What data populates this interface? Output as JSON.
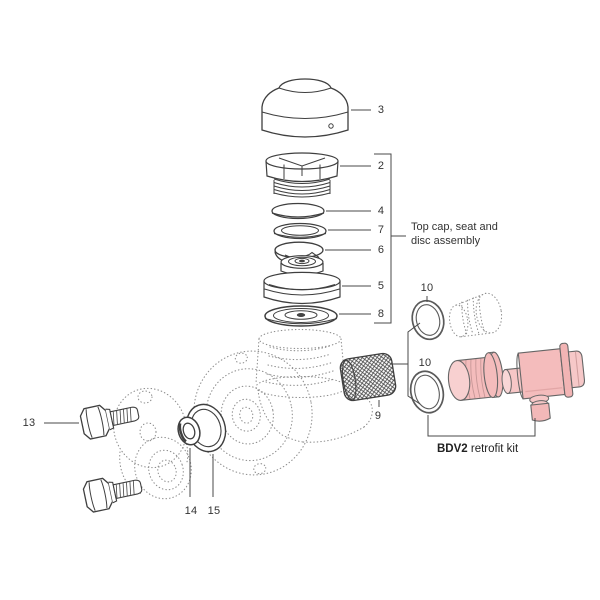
{
  "diagram": {
    "kind": "exploded-parts-diagram",
    "callouts": {
      "part3": "3",
      "part2": "2",
      "part4": "4",
      "part7": "7",
      "part6": "6",
      "part5": "5",
      "part8": "8",
      "part9": "9",
      "part10_top": "10",
      "part10_bottom": "10",
      "part13": "13",
      "part14": "14",
      "part15": "15"
    },
    "annotations": {
      "group_label": "Top cap, seat and\ndisc assembly",
      "kit_label_bold": "BDV2",
      "kit_label_rest": " retrofit kit"
    },
    "colors": {
      "line": "#3f3f3f",
      "phantom_dotted": "#8f8f8f",
      "kit_pink": "#f4bcbc",
      "kit_pink_light": "#f8d0d0",
      "kit_outline": "#666666",
      "text": "#333333"
    }
  }
}
